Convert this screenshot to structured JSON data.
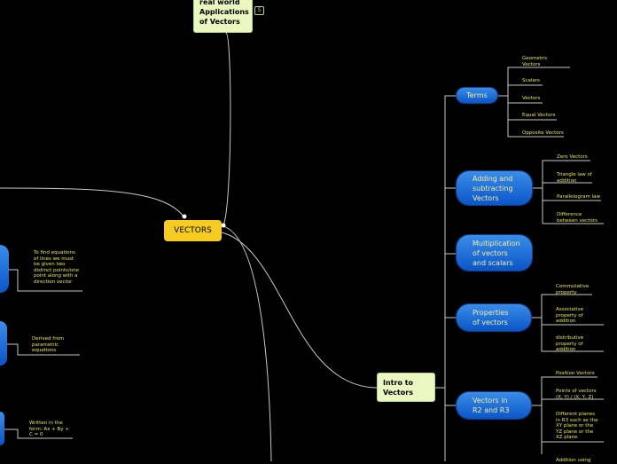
{
  "central": {
    "label": "VECTORS"
  },
  "apps": {
    "label": "real world Applications of Vectors",
    "badge": "5"
  },
  "intro": {
    "label": "Intro to Vectors"
  },
  "branches": {
    "terms": {
      "label": "Terms",
      "items": [
        "Geometric Vectors",
        "Scalars",
        "Vectors",
        "Equal Vectors",
        "Opposite Vectors"
      ]
    },
    "adding": {
      "label": "Adding and subtracting Vectors",
      "items": [
        "Zero Vectors",
        "Triangle law of addition",
        "Parallelogram law",
        "Difference between vectors"
      ]
    },
    "mult": {
      "label": "Multiplication of vectors and scalars"
    },
    "props": {
      "label": "Properties of vectors",
      "items": [
        "Commutative property",
        "Associative property of addition",
        "distributive property of addition"
      ]
    },
    "r2r3": {
      "label": "Vectors in R2 and R3",
      "items": [
        "Position Vectors",
        "Points of vectors (X, Y) / (X, Y, Z)",
        "Different planes in R3 such as the XY plane or the YZ plane or the XZ plane"
      ]
    },
    "cutoff": {
      "label": "Addition using"
    }
  },
  "left": {
    "items": [
      "To find equations of lines we must be given two distinct points/one point along with a direction vector",
      "Derived from parametric equations",
      "Written in the form: Ax + By + C = 0"
    ]
  },
  "colors": {
    "central": "#f5cc1f",
    "green": "#eaf7c0",
    "blue": "#1f6fd8",
    "leaf_text": "#e8e85a",
    "line": "#c8c8c8"
  }
}
